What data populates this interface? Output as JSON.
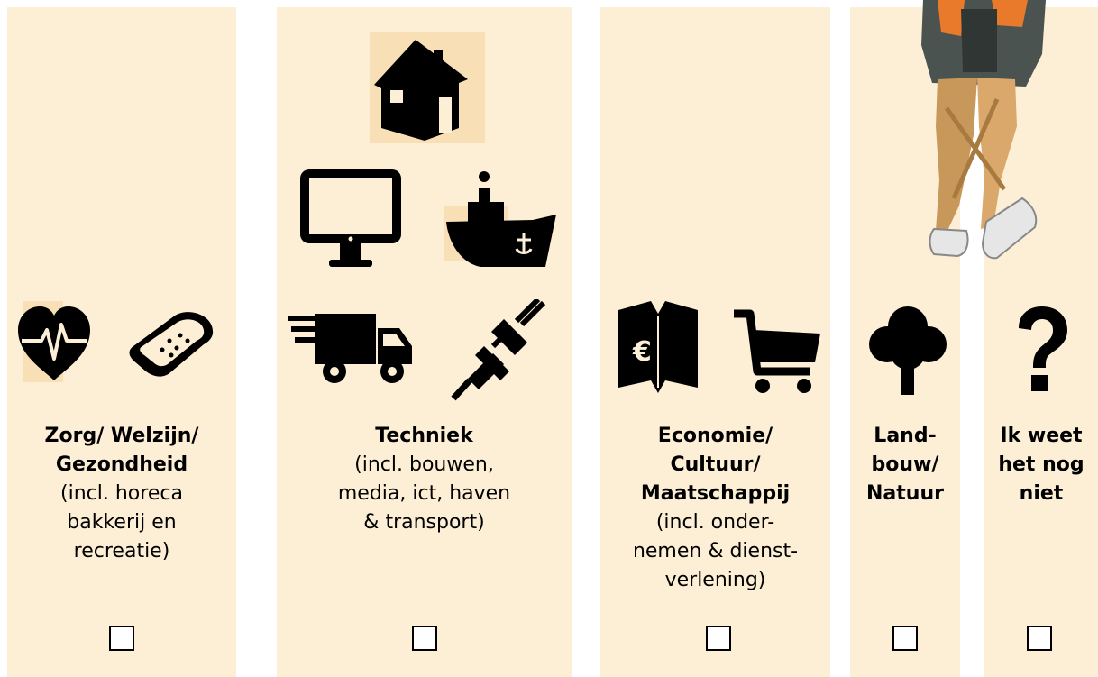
{
  "columns": [
    {
      "id": "zorg",
      "title_lines": [
        "Zorg/ Welzijn/",
        "Gezondheid"
      ],
      "note_lines": [
        "(incl. horeca",
        "bakkerij en",
        "recreatie)"
      ],
      "icons": [
        "heart-pulse-icon",
        "bread-icon"
      ],
      "checked": false
    },
    {
      "id": "techniek",
      "title_lines": [
        "Techniek"
      ],
      "note_lines": [
        "(incl. bouwen,",
        "media, ict, haven",
        "& transport)"
      ],
      "icons": [
        "house-icon",
        "monitor-icon",
        "ship-icon",
        "truck-icon",
        "plug-icon"
      ],
      "checked": false
    },
    {
      "id": "economie",
      "title_lines": [
        "Economie/",
        "Cultuur/",
        "Maatschappij"
      ],
      "note_lines": [
        "(incl. onder-",
        "nemen & dienst-",
        "verlening)"
      ],
      "icons": [
        "euro-book-icon",
        "shopping-cart-icon"
      ],
      "checked": false
    },
    {
      "id": "landbouw",
      "title_lines": [
        "Land-",
        "bouw/",
        "Natuur"
      ],
      "note_lines": [],
      "icons": [
        "tree-icon"
      ],
      "checked": false
    },
    {
      "id": "weetniet",
      "title_lines": [
        "Ik weet",
        "het nog",
        "niet"
      ],
      "note_lines": [],
      "icons": [
        "question-mark-icon"
      ],
      "checked": false
    }
  ],
  "colors": {
    "column_bg": "#fdefd6",
    "icon_highlight": "#f8dfb5",
    "ink": "#000000"
  }
}
